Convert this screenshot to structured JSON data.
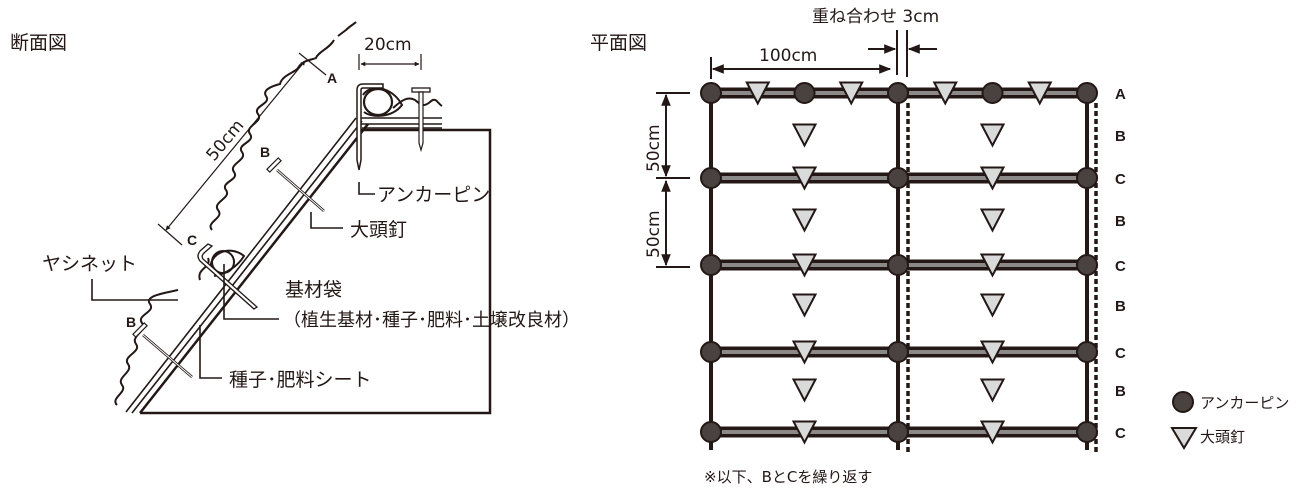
{
  "section_view": {
    "title": "断面図",
    "dimension_width": "20cm",
    "dimension_slope": "50cm",
    "row_labels": {
      "top": "A",
      "middle_nail": "B",
      "bag": "C",
      "lower_nail": "B"
    },
    "callouts": {
      "anchor_pin": "アンカーピン",
      "large_head_nail": "大頭釘",
      "palm_net": "ヤシネット",
      "substrate_bag": "基材袋",
      "substrate_bag_contents": "（植生基材･種子･肥料･土壌改良材）",
      "seed_fertilizer_sheet": "種子･肥料シート"
    }
  },
  "plan_view": {
    "title": "平面図",
    "overlap_label": "重ね合わせ 3cm",
    "dimension_width": "100cm",
    "dimension_height_1": "50cm",
    "dimension_height_2": "50cm",
    "row_labels": [
      "A",
      "B",
      "C",
      "B",
      "C",
      "B",
      "C",
      "B",
      "C"
    ],
    "note": "※以下、BとCを繰り返す"
  },
  "legend": {
    "items": [
      {
        "icon": "anchor-pin-circle-icon",
        "label": "アンカーピン"
      },
      {
        "icon": "large-head-nail-triangle-icon",
        "label": "大頭釘"
      }
    ]
  },
  "colors": {
    "ink": "#231815",
    "anchor_pin_fill": "#4a4240",
    "nail_fill": "#d9dada",
    "rope_core": "#8c8989"
  }
}
